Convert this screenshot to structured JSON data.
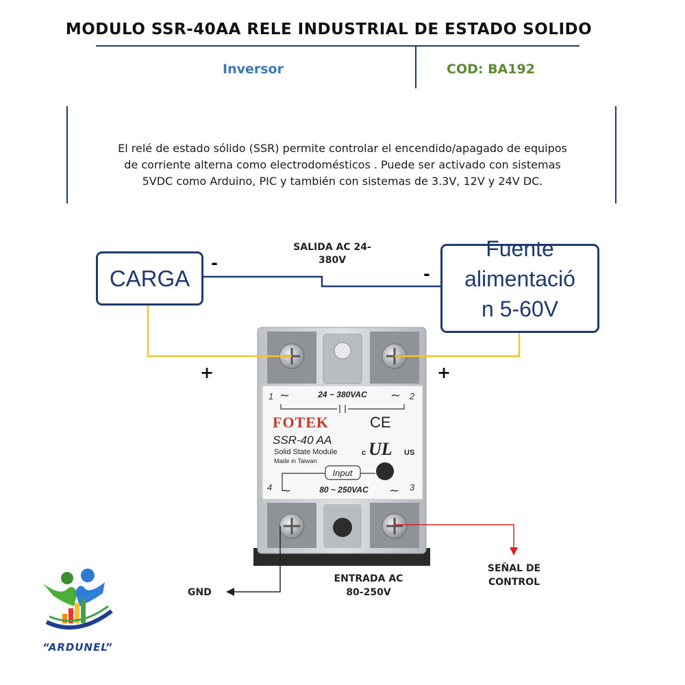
{
  "title": "MODULO SSR-40AA RELE INDUSTRIAL DE ESTADO SOLIDO",
  "category": "Inversor",
  "code": "COD: BA192",
  "description_lines": [
    "El relé de estado sólido (SSR) permite controlar el encendido/apagado  de equipos",
    "de corriente alterna como electrodomésticos  . Puede ser activado con sistemas",
    "5VDC como Arduino, PIC y también con sistemas de 3.3V, 12V y 24V DC."
  ],
  "diagram": {
    "load_box": "CARGA",
    "source_box_lines": [
      "Fuente",
      "alimentació",
      "n 5-60V"
    ],
    "output_label_lines": [
      "SALIDA AC 24-",
      "380V"
    ],
    "input_label_lines": [
      "ENTRADA AC",
      "80-250V"
    ],
    "control_label_lines": [
      "SEÑAL DE",
      "CONTROL"
    ],
    "gnd_label": "GND",
    "minus_sign": "-",
    "plus_sign": "+"
  },
  "relay": {
    "terminal_1": "1",
    "terminal_2": "2",
    "terminal_3": "3",
    "terminal_4": "4",
    "tilde": "~",
    "output_rating": "24 ~ 380VAC",
    "brand": "FOTEK",
    "ce_mark": "CE",
    "model": "SSR-40 AA",
    "module_type": "Solid State Module",
    "origin": "Made in Taiwan",
    "ul_c": "c",
    "ul_mark": "UL",
    "ul_us": "US",
    "input_tag": "Input",
    "input_rating": "80 ~ 250VAC"
  },
  "logo_text": "“ARDUNEL”",
  "colors": {
    "frame_blue": "#1f3a6e",
    "inversor_blue": "#3b78b5",
    "code_green": "#5b8a33",
    "load_wire_yellow": "#f4c430",
    "control_wire_red": "#e02020",
    "brand_red": "#c0392b"
  }
}
